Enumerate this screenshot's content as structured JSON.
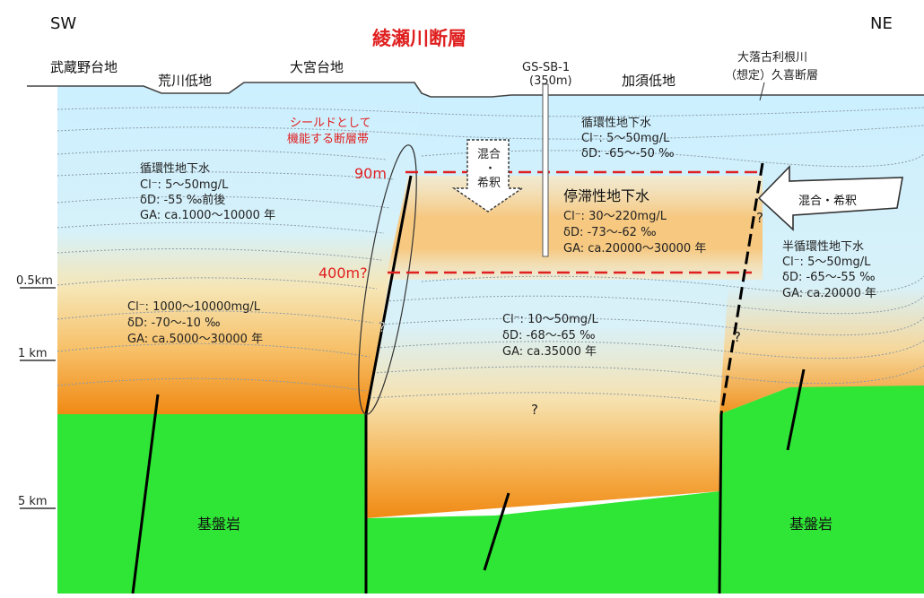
{
  "directions": {
    "left": "SW",
    "right": "NE"
  },
  "surface_labels": {
    "musashino": "武蔵野台地",
    "arakawa": "荒川低地",
    "omiya": "大宮台地",
    "kazo": "加須低地",
    "ootoshi_line1": "大落古利根川",
    "ootoshi_line2": "（想定）久喜断層"
  },
  "fault_title": "綾瀬川断層",
  "borehole": {
    "name": "GS-SB-1",
    "depth": "(350m)"
  },
  "shield_label": [
    "シールドとして",
    "機能する断層帯"
  ],
  "depth_marks": {
    "m90": "90m",
    "m400": "400m?"
  },
  "mixing": {
    "center": [
      "混合",
      "・",
      "希釈"
    ],
    "right": "混合・希釈"
  },
  "depth_scale": [
    "0.5km",
    "1 km",
    "5 km"
  ],
  "water_blocks": {
    "left_circ": [
      "循環性地下水",
      "Cl⁻: 5～50mg/L",
      "δD: -55 ‰前後",
      "GA: ca.1000～10000 年"
    ],
    "top_right_circ": [
      "循環性地下水",
      "Cl⁻: 5～50mg/L",
      "δD: -65～-50 ‰"
    ],
    "stagnant": {
      "title": "停滞性地下水",
      "lines": [
        "Cl⁻: 30～220mg/L",
        "δD: -73～-62 ‰",
        "GA: ca.20000～30000 年"
      ]
    },
    "semi_circ": [
      "半循環性地下水",
      "Cl⁻: 5～50mg/L",
      "δD: -65～-55 ‰",
      "GA: ca.20000 年"
    ],
    "left_deep": [
      "Cl⁻: 1000～10000mg/L",
      "δD: -70～-10 ‰",
      "GA: ca.5000～30000 年"
    ],
    "center_deep": [
      "Cl⁻: 10～50mg/L",
      "δD: -68～-65 ‰",
      "GA: ca.35000 年"
    ]
  },
  "question": "?",
  "basement": "基盤岩",
  "colors": {
    "sky": "#ccf0ff",
    "orange": "#f39a1e",
    "green": "#2fe636",
    "red": "#e02020"
  }
}
